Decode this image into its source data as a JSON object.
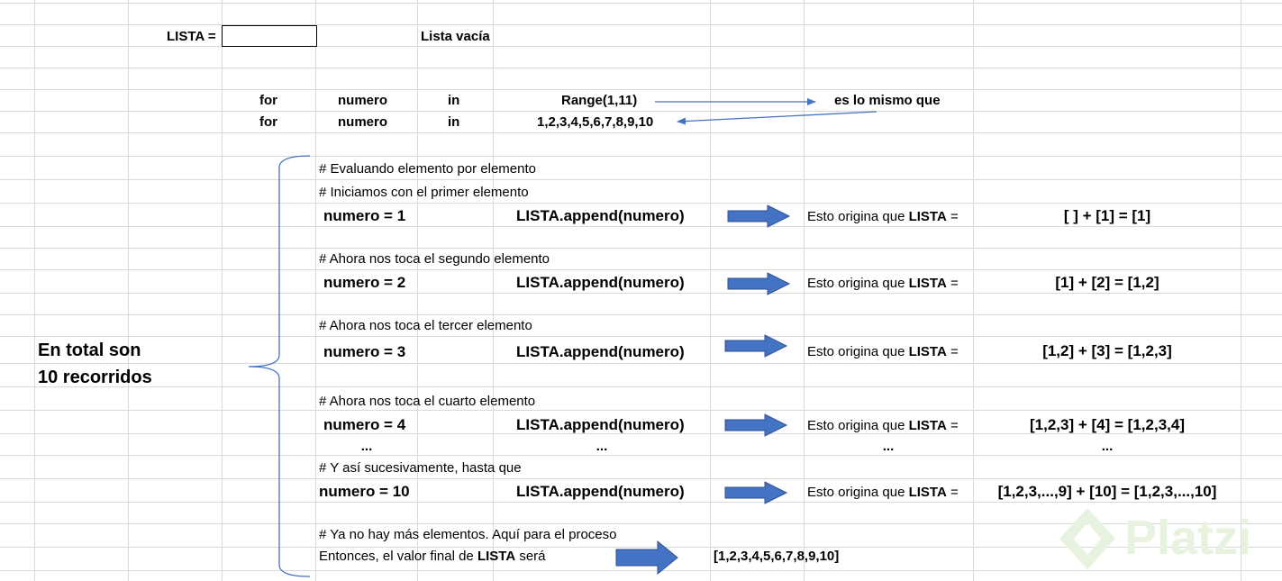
{
  "header": {
    "lista_label": "LISTA =",
    "lista_vacia": "Lista vacía"
  },
  "loop": {
    "row1": {
      "kw_for": "for",
      "var": "numero",
      "kw_in": "in",
      "iterable": "Range(1,11)",
      "note": "es lo mismo que"
    },
    "row2": {
      "kw_for": "for",
      "var": "numero",
      "kw_in": "in",
      "iterable": "1,2,3,4,5,6,7,8,9,10"
    }
  },
  "comments": {
    "evaluando": "# Evaluando elemento por elemento",
    "iniciamos": "# Iniciamos con el primer elemento",
    "segundo": "# Ahora nos toca el segundo elemento",
    "tercer": "# Ahora nos toca el tercer elemento",
    "cuarto": "# Ahora nos toca el cuarto elemento",
    "sucesivamente": "# Y así sucesivamente, hasta que",
    "no_hay": "# Ya no hay más elementos. Aquí para el proceso"
  },
  "steps": [
    {
      "assign": "numero = 1",
      "call": "LISTA.append(numero)",
      "origin_text": "Esto origina que ",
      "origin_bold": "LISTA",
      "origin_eq": " =",
      "result": "[ ] + [1] = [1]"
    },
    {
      "assign": "numero = 2",
      "call": "LISTA.append(numero)",
      "origin_text": "Esto origina que ",
      "origin_bold": "LISTA",
      "origin_eq": " =",
      "result": "[1] + [2] = [1,2]"
    },
    {
      "assign": "numero = 3",
      "call": "LISTA.append(numero)",
      "origin_text": "Esto origina que ",
      "origin_bold": "LISTA",
      "origin_eq": " =",
      "result": "[1,2] + [3] = [1,2,3]"
    },
    {
      "assign": "numero = 4",
      "call": "LISTA.append(numero)",
      "origin_text": "Esto origina que ",
      "origin_bold": "LISTA",
      "origin_eq": " =",
      "result": "[1,2,3] + [4] = [1,2,3,4]"
    },
    {
      "assign": "numero = 10",
      "call": "LISTA.append(numero)",
      "origin_text": "Esto origina que ",
      "origin_bold": "LISTA",
      "origin_eq": " =",
      "result": "[1,2,3,...,9] + [10] = [1,2,3,...,10]"
    }
  ],
  "ellipsis": "...",
  "total": {
    "line1": "En total son",
    "line2": "10 recorridos"
  },
  "final": {
    "text_pre": "Entonces, el valor final de ",
    "text_bold": "LISTA",
    "text_post": " será",
    "value": "[1,2,3,4,5,6,7,8,9,10]"
  },
  "watermark": "Platzi",
  "colors": {
    "grid": "#d9d9d9",
    "arrow_fill": "#4472c4",
    "arrow_stroke": "#2f528f",
    "thin_arrow": "#4472c4",
    "brace": "#4472c4",
    "watermark": "#e8f3df"
  }
}
